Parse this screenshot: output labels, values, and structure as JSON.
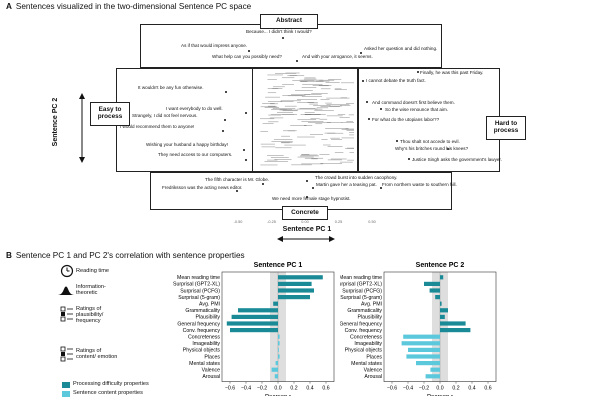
{
  "panelA": {
    "letter": "A",
    "title": "Sentences visualized in the two-dimensional Sentence PC space",
    "labels": {
      "abstract": "Abstract",
      "concrete": "Concrete",
      "easy": "Easy to process",
      "hard": "Hard to process",
      "y_axis": "Sentence PC 2",
      "x_axis": "Sentence PC 1"
    },
    "top_sentences": [
      "Because... I didn't think I would?",
      "As if that would impress anyone.",
      "Asked her question and did nothing.",
      "What help can you possibly need?",
      "And with your arrogance, it seems."
    ],
    "left_sentences": [
      "It wouldn't be any fun otherwise.",
      "I want everybody to do well.",
      "Strangely, I did not feel nervous.",
      "I would recommend them to anyone!",
      "Wishing your husband a happy birthday!",
      "They need access to our computers."
    ],
    "right_sentences": [
      "Finally, he was this past Friday.",
      "I cannot debate the truth fact.",
      "And command doesn't first believe them.",
      "So the wise renounce that aim.",
      "For what do the utopians labor??",
      "Thou shalt not accede to evil.",
      "Why's his britches round his knees?",
      "Justice Singh asks the government's lawyer."
    ],
    "bottom_sentences": [
      "The fifth character is Mr. Globe.",
      "The crowd burst into sudden cacophony.",
      "Martin gave her a teasing pat.",
      "From northern waste to southern hill.",
      "Fredriksson was the acting news editor.",
      "We need more female stage hypnotist."
    ],
    "x_ticks": [
      "-0.50",
      "-0.25",
      "0.00",
      "0.25",
      "0.50"
    ]
  },
  "panelB": {
    "letter": "B",
    "title": "Sentence PC 1 and PC 2's correlation with sentence properties",
    "groups": [
      {
        "label": "Reading time",
        "icon": "clock-icon"
      },
      {
        "label": "Information-theoretic",
        "icon": "bell-curve-icon"
      },
      {
        "label": "Ratings of plausibility/ frequency",
        "icon": "rating-scale-icon"
      },
      {
        "label": "Ratings of content/ emotion",
        "icon": "rating-scale-icon"
      }
    ],
    "legend": [
      {
        "label": "Processing difficulty properties",
        "color": "#1a8a96"
      },
      {
        "label": "Sentence content properties",
        "color": "#5bc8dc"
      }
    ],
    "colors": {
      "dark": "#1a8a96",
      "light": "#5bc8dc",
      "band": "#dedede"
    }
  },
  "chart_data": [
    {
      "type": "bar",
      "title": "Sentence PC 1",
      "xlabel": "Pearson r",
      "xlim": [
        -0.7,
        0.7
      ],
      "ticks": [
        -0.6,
        -0.4,
        -0.2,
        0.0,
        0.2,
        0.4,
        0.6
      ],
      "tick_labels": [
        "−0.6",
        "−0.4",
        "−0.2",
        "0.0",
        "0.2",
        "0.4",
        "0.6"
      ],
      "categories": [
        "Mean reading time",
        "Surprisal (GPT2-XL)",
        "Surprisal (PCFG)",
        "Surprisal (5-gram)",
        "Avg. PMI",
        "Grammaticality",
        "Plausibility",
        "General frequency",
        "Conv. frequency",
        "Concreteness",
        "Imageability",
        "Physical objects",
        "Places",
        "Mental states",
        "Valence",
        "Arousal"
      ],
      "kinds": [
        "dark",
        "dark",
        "dark",
        "dark",
        "dark",
        "dark",
        "dark",
        "dark",
        "dark",
        "light",
        "light",
        "light",
        "light",
        "light",
        "light",
        "light"
      ],
      "values": [
        0.56,
        0.42,
        0.45,
        0.4,
        -0.06,
        -0.5,
        -0.58,
        -0.64,
        -0.6,
        0.02,
        0.02,
        0.0,
        0.02,
        -0.03,
        -0.08,
        -0.04
      ],
      "grid": false
    },
    {
      "type": "bar",
      "title": "Sentence PC 2",
      "xlabel": "Pearson r",
      "xlim": [
        -0.7,
        0.7
      ],
      "ticks": [
        -0.6,
        -0.4,
        -0.2,
        0.0,
        0.2,
        0.4,
        0.6
      ],
      "tick_labels": [
        "−0.6",
        "−0.4",
        "−0.2",
        "0.0",
        "0.2",
        "0.4",
        "0.6"
      ],
      "categories": [
        "Mean reading time",
        "Surprisal (GPT2-XL)",
        "Surprisal (PCFG)",
        "Surprisal (5-gram)",
        "Avg. PMI",
        "Grammaticality",
        "Plausibility",
        "General frequency",
        "Conv. frequency",
        "Concreteness",
        "Imageability",
        "Physical objects",
        "Places",
        "Mental states",
        "Valence",
        "Arousal"
      ],
      "kinds": [
        "dark",
        "dark",
        "dark",
        "dark",
        "dark",
        "dark",
        "dark",
        "dark",
        "dark",
        "light",
        "light",
        "light",
        "light",
        "light",
        "light",
        "light"
      ],
      "values": [
        0.04,
        -0.2,
        -0.13,
        -0.06,
        0.02,
        0.1,
        0.06,
        0.32,
        0.38,
        -0.46,
        -0.48,
        -0.4,
        -0.42,
        -0.3,
        -0.12,
        -0.18
      ],
      "grid": false
    }
  ]
}
